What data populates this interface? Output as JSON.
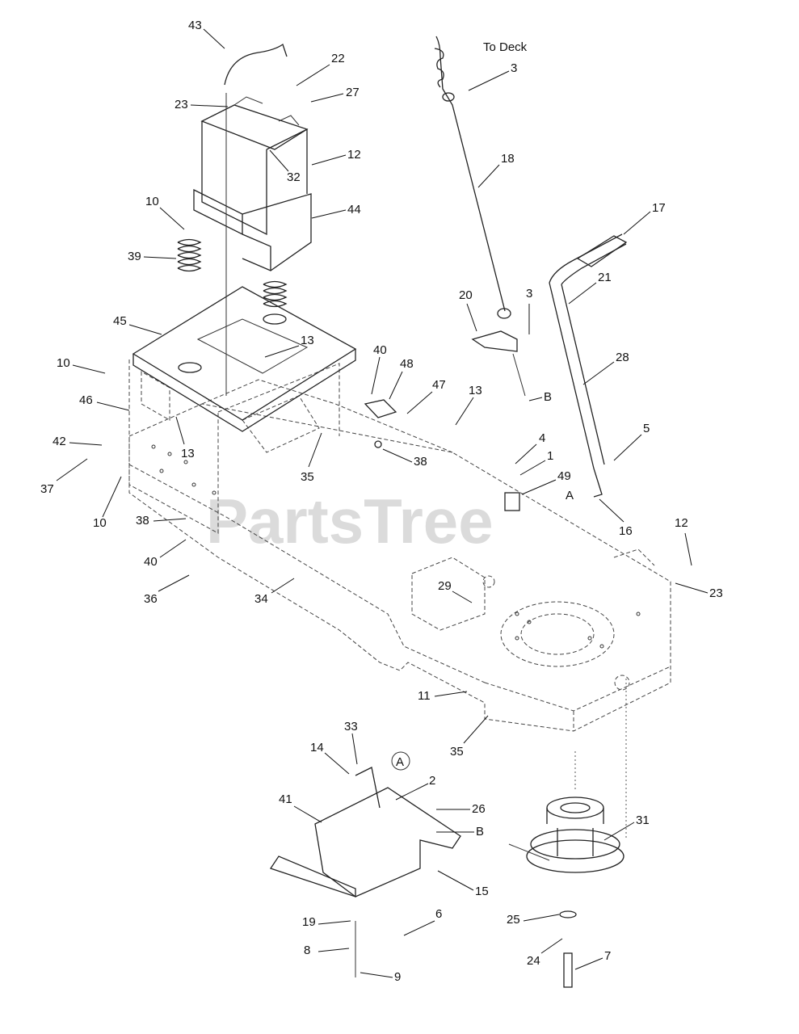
{
  "watermark": "PartsTree",
  "note_to_deck": "To Deck",
  "ref_a": "A",
  "ref_b": "B",
  "callouts": [
    "43",
    "22",
    "23",
    "27",
    "12",
    "32",
    "44",
    "10",
    "39",
    "45",
    "13",
    "10",
    "46",
    "42",
    "37",
    "10",
    "13",
    "35",
    "40",
    "48",
    "47",
    "38",
    "13",
    "38",
    "40",
    "36",
    "34",
    "3",
    "18",
    "20",
    "3",
    "B",
    "17",
    "21",
    "28",
    "4",
    "1",
    "49",
    "A",
    "5",
    "16",
    "12",
    "23",
    "29",
    "11",
    "35",
    "33",
    "14",
    "A",
    "2",
    "26",
    "B",
    "41",
    "15",
    "6",
    "19",
    "8",
    "9",
    "31",
    "25",
    "24",
    "7"
  ]
}
